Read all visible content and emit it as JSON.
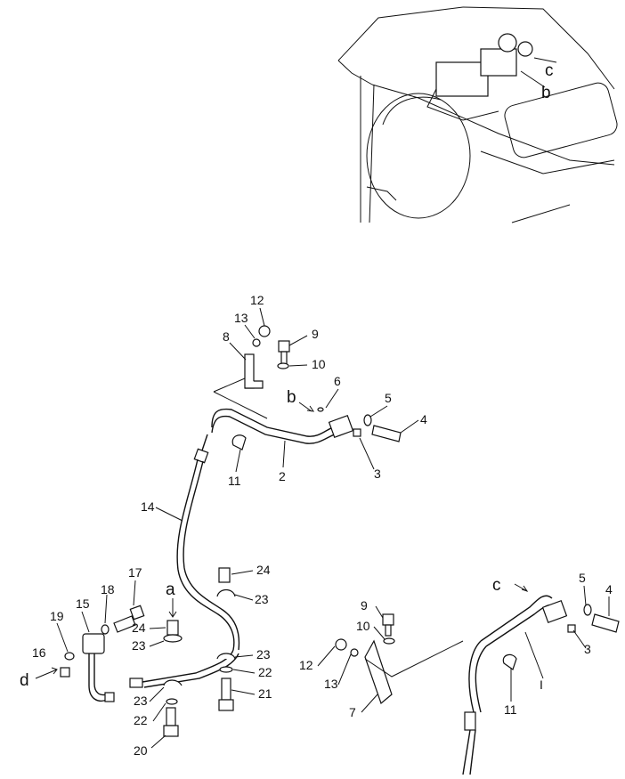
{
  "labels": {
    "c_top": "c",
    "b_top": "b",
    "b_arrow": "b",
    "a_arrow": "a",
    "c_arrow": "c",
    "d_arrow": "d",
    "n12_top": "12",
    "n13_top": "13",
    "n8": "8",
    "n9_top": "9",
    "n10_top": "10",
    "n6": "6",
    "n5_top": "5",
    "n4_top": "4",
    "n3_top": "3",
    "n2": "2",
    "n11_top": "11",
    "n14": "14",
    "n17": "17",
    "n18": "18",
    "n15": "15",
    "n19": "19",
    "n16": "16",
    "n24_left": "24",
    "n23_left_a": "23",
    "n23_left_b": "23",
    "n22_left": "22",
    "n20": "20",
    "n24_right": "24",
    "n23_right_a": "23",
    "n23_right_b": "23",
    "n22_right": "22",
    "n21": "21",
    "n9_bottom": "9",
    "n10_bottom": "10",
    "n12_bottom": "12",
    "n13_bottom": "13",
    "n7": "7",
    "n11_bottom": "11",
    "n1": "I",
    "n5_right": "5",
    "n4_right": "4",
    "n3_right": "3"
  }
}
